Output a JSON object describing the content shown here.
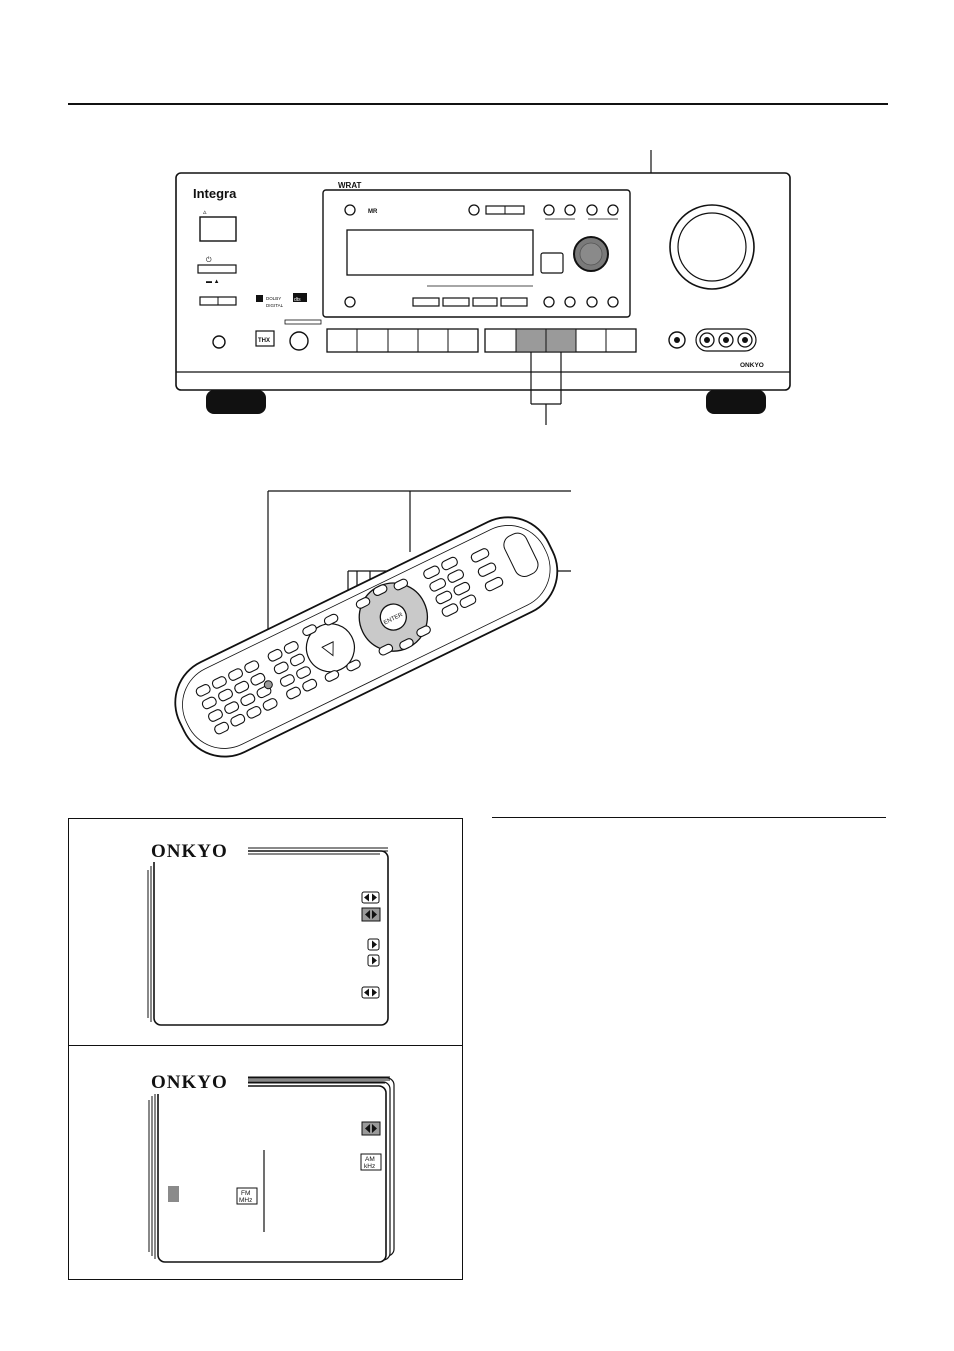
{
  "receiver": {
    "brand": "Integra",
    "wrat_label": "WRAT",
    "dolby_label": "DOLBY",
    "digital_label": "DIGITAL",
    "thx_label": "THX",
    "onkyo_label": "ONKYO",
    "dts_label": "dts"
  },
  "remote": {
    "enter_label": "ENTER"
  },
  "osd_screens": [
    {
      "logo": "ONKYO",
      "arrow_icons": [
        "left-right-arrow-icon",
        "left-right-arrow-icon-highlighted",
        "right-arrow-icon",
        "right-arrow-icon",
        "left-right-arrow-icon"
      ]
    },
    {
      "logo": "ONKYO",
      "am_badge_top": "AM",
      "am_badge_bottom": "kHz",
      "fm_badge_top": "FM",
      "fm_badge_bottom": "MHz"
    }
  ],
  "colors": {
    "ink": "#111111",
    "highlight_gray": "#9a9a9a",
    "knob_gray": "#7a7a7a"
  }
}
